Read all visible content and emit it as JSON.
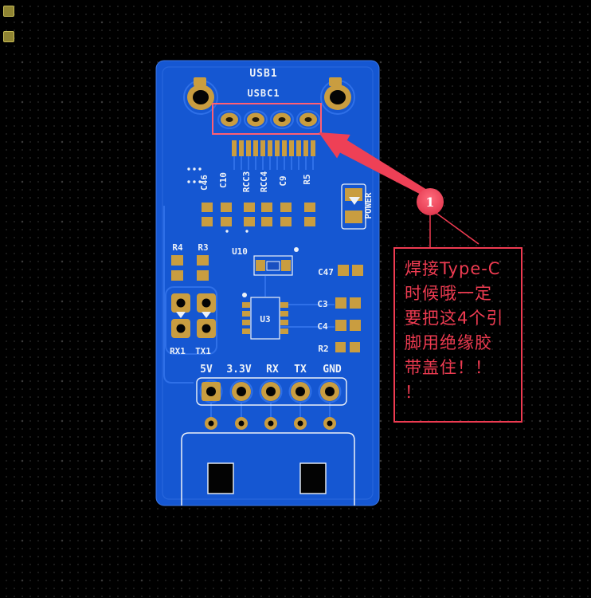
{
  "canvas": {
    "background": "#000000",
    "grid_dot_color": "#1d1d1d"
  },
  "palette": {
    "board_blue": "#1557d2",
    "trace_blue": "#2f70e8",
    "pad_gold": "#c99d40",
    "silkscreen_white": "#eef2f8",
    "annotation_red": "#ee3b51"
  },
  "board": {
    "silkscreen": {
      "usb1": "USB1",
      "usbc1": "USBC1",
      "c46": "C46",
      "c10": "C10",
      "rcc3": "RCC3",
      "rcc4": "RCC4",
      "c9": "C9",
      "r5": "R5",
      "power": "POWER",
      "r4": "R4",
      "r3": "R3",
      "u10": "U10",
      "c47": "C47",
      "c3": "C3",
      "c4": "C4",
      "r2": "R2",
      "u3": "U3",
      "rx1": "RX1",
      "tx1": "TX1",
      "pin_5v": "5V",
      "pin_3v3": "3.3V",
      "pin_rx": "RX",
      "pin_tx": "TX",
      "pin_gnd": "GND"
    }
  },
  "annotation": {
    "callout_number": "1",
    "note_lines": [
      "焊接Type-C",
      "时候哦一定",
      "要把这4个引",
      "脚用绝缘胶",
      "带盖住！！",
      "！"
    ]
  }
}
